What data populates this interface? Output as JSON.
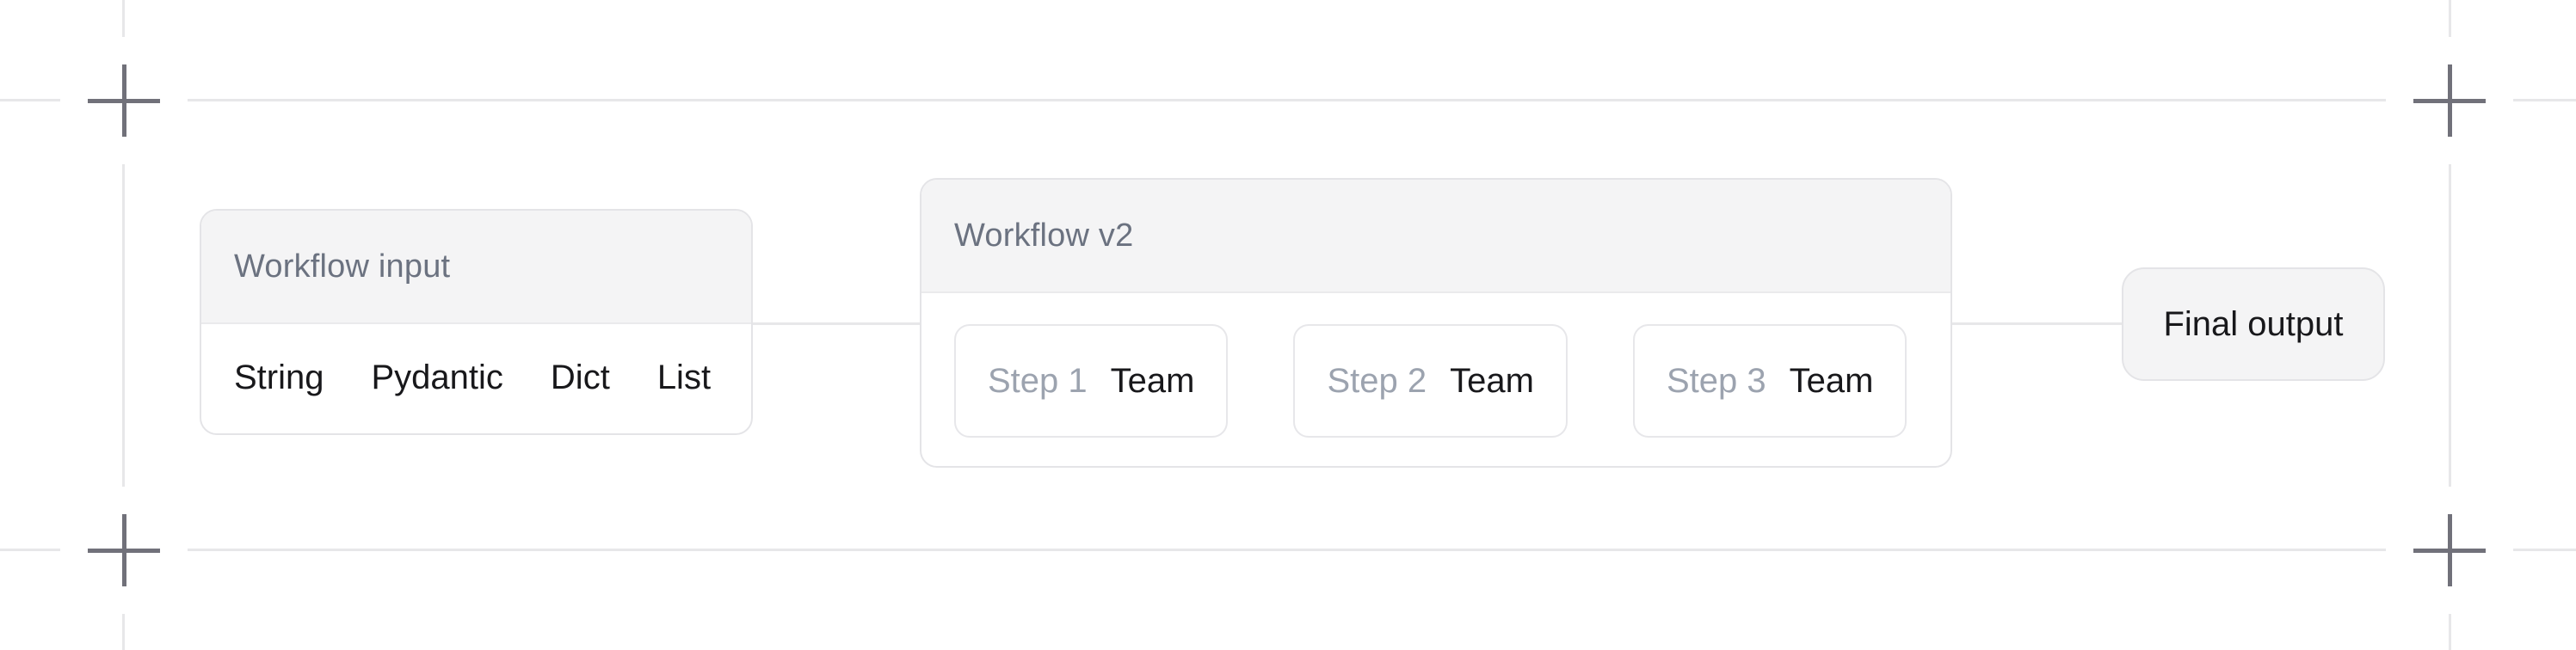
{
  "diagram": {
    "input_card": {
      "title": "Workflow input",
      "types": [
        "String",
        "Pydantic",
        "Dict",
        "List"
      ]
    },
    "workflow_card": {
      "title": "Workflow v2",
      "steps": [
        {
          "label": "Step 1",
          "executor": "Team"
        },
        {
          "label": "Step 2",
          "executor": "Team"
        },
        {
          "label": "Step 3",
          "executor": "Team"
        }
      ]
    },
    "output_card": {
      "label": "Final output"
    }
  },
  "colors": {
    "background": "#ffffff",
    "guide_line": "#e7e7e9",
    "crosshair": "#71717a",
    "card_header_bg": "#f4f4f5",
    "card_border": "#e4e4e7",
    "title_text": "#6b7280",
    "muted_text": "#9ca3af",
    "dark_text": "#18181b",
    "connector": "#e7e7e9"
  }
}
